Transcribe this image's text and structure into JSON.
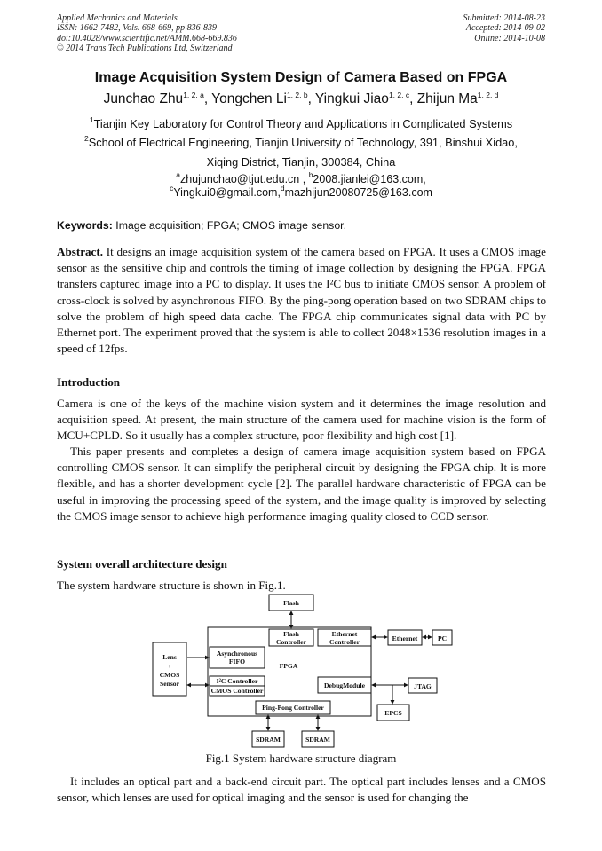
{
  "header": {
    "left": [
      "Applied Mechanics and Materials",
      "ISSN: 1662-7482, Vols. 668-669, pp 836-839",
      "doi:10.4028/www.scientific.net/AMM.668-669.836",
      "© 2014 Trans Tech Publications Ltd, Switzerland"
    ],
    "right": [
      "Submitted: 2014-08-23",
      "Accepted: 2014-09-02",
      "Online: 2014-10-08"
    ]
  },
  "title": "Image Acquisition System Design of Camera Based on FPGA",
  "authors": [
    {
      "name": "Junchao Zhu",
      "sup": "1, 2, a"
    },
    {
      "name": "Yongchen Li",
      "sup": "1, 2, b"
    },
    {
      "name": "Yingkui Jiao",
      "sup": "1, 2, c"
    },
    {
      "name": "Zhijun Ma",
      "sup": "1, 2, d"
    }
  ],
  "affiliations": {
    "aff1_sup": "1",
    "aff1": "Tianjin Key Laboratory for Control Theory and Applications in Complicated Systems",
    "aff2_sup": "2",
    "aff2": "School of Electrical Engineering, Tianjin University of Technology, 391, Binshui Xidao,",
    "aff2_cont": "Xiqing District, Tianjin, 300384, China"
  },
  "emails": {
    "a_sup": "a",
    "a": "zhujunchao@tjut.edu.cn ,",
    "b_sup": "b",
    "b": "2008.jianlei@163.com,",
    "c_sup": "c",
    "c": "Yingkui0@gmail.com,",
    "d_sup": "d",
    "d": "mazhijun20080725@163.com"
  },
  "keywords": {
    "label": "Keywords:",
    "text": " Image acquisition; FPGA; CMOS image sensor."
  },
  "abstract": {
    "label": "Abstract.",
    "text": " It designs an image acquisition system of the camera based on FPGA. It uses a CMOS image sensor as the sensitive chip and controls the timing of image collection by designing the FPGA. FPGA transfers captured image into a PC to display. It uses the I²C bus to initiate CMOS sensor. A problem of cross-clock is solved by asynchronous FIFO. By the ping-pong operation based on two SDRAM chips to solve the problem of high speed data cache. The FPGA chip communicates signal data with PC by Ethernet port. The experiment proved that the system is able to collect 2048×1536 resolution images in a speed of 12fps."
  },
  "introduction": {
    "heading": "Introduction",
    "p1": "Camera is one of the keys of the machine vision system and it determines the image resolution and acquisition speed. At present, the main structure of the camera used for machine vision is the form of MCU+CPLD. So it usually has a complex structure, poor flexibility and high cost [1].",
    "p2": "This paper presents and completes a design of camera image acquisition system based on FPGA controlling CMOS sensor. It can simplify the peripheral circuit by designing the FPGA chip. It is more flexible, and has a shorter development cycle [2]. The parallel hardware characteristic of FPGA can be useful in improving the processing speed of the system, and the image quality is improved by selecting the CMOS image sensor to achieve high performance imaging quality closed to CCD sensor."
  },
  "architecture": {
    "heading": "System overall architecture design",
    "p1": "The system hardware structure is shown in Fig.1."
  },
  "diagram": {
    "flash": "Flash",
    "flash_controller_1": "Flash",
    "flash_controller_2": "Controller",
    "ethernet_controller_1": "Ethernet",
    "ethernet_controller_2": "Controller",
    "ethernet": "Ethernet",
    "pc": "PC",
    "lens_1": "Lens",
    "lens_2": "+",
    "lens_3": "CMOS",
    "lens_4": "Sensor",
    "async_fifo_1": "Asynchronous",
    "async_fifo_2": "FIFO",
    "fpga": "FPGA",
    "i2c_controller": "I²C Controller",
    "cmos_controller": "CMOS Controller",
    "debug_module": "DebugModule",
    "jtag": "JTAG",
    "epcs": "EPCS",
    "pingpong": "Ping-Pong Controller",
    "sdram1": "SDRAM",
    "sdram2": "SDRAM"
  },
  "caption": "Fig.1 System hardware structure diagram",
  "body_after": "It includes an optical part and a back-end circuit part. The optical part includes lenses and a CMOS sensor, which lenses are used for optical imaging and the sensor is used for changing the"
}
